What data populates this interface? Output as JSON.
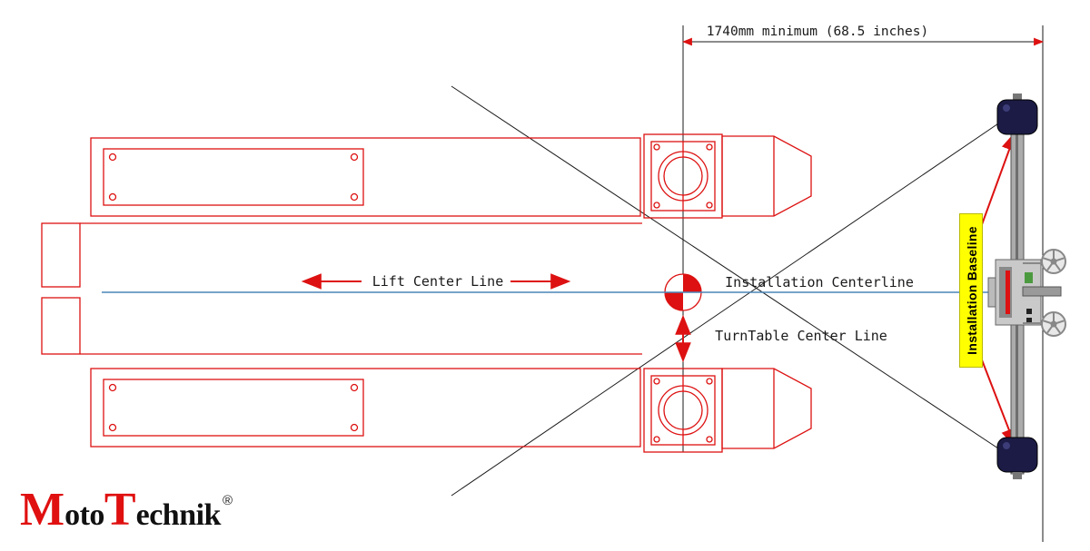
{
  "dimension": {
    "text": "1740mm  minimum  (68.5  inches)"
  },
  "labels": {
    "lift_center_line": "Lift  Center  Line",
    "installation_centerline": "Installation  Centerline",
    "turntable_center_line": "TurnTable  Center  Line",
    "installation_baseline": "Installation Baseline"
  },
  "logo": {
    "m_initial": "M",
    "oto": "oto",
    "t_initial": "T",
    "echnik": "echnik",
    "registered": "®"
  },
  "colors": {
    "drawing_red": "#dd1111",
    "centerline_blue": "#4a86b8",
    "sight_line_black": "#1a1a1a",
    "baseline_label_bg": "#ffff00",
    "camera_navy": "#1b1b45",
    "logo_red": "#e01010"
  }
}
